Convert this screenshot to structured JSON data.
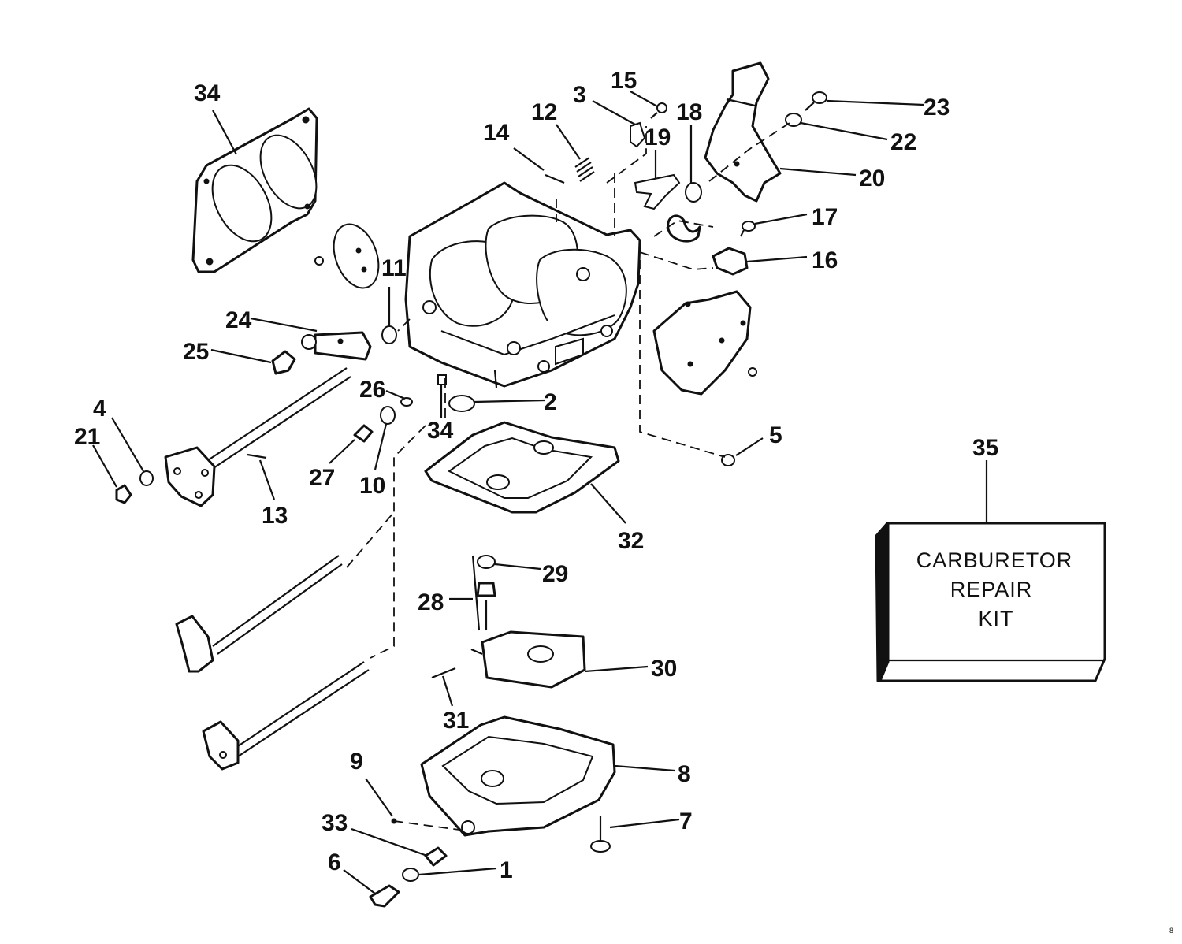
{
  "callouts": [
    {
      "id": "34a",
      "label": "34"
    },
    {
      "id": "3",
      "label": "3"
    },
    {
      "id": "15",
      "label": "15"
    },
    {
      "id": "12",
      "label": "12"
    },
    {
      "id": "14",
      "label": "14"
    },
    {
      "id": "18",
      "label": "18"
    },
    {
      "id": "19",
      "label": "19"
    },
    {
      "id": "23",
      "label": "23"
    },
    {
      "id": "22",
      "label": "22"
    },
    {
      "id": "20",
      "label": "20"
    },
    {
      "id": "17",
      "label": "17"
    },
    {
      "id": "16",
      "label": "16"
    },
    {
      "id": "11",
      "label": "11"
    },
    {
      "id": "24",
      "label": "24"
    },
    {
      "id": "25",
      "label": "25"
    },
    {
      "id": "26",
      "label": "26"
    },
    {
      "id": "2",
      "label": "2"
    },
    {
      "id": "34b",
      "label": "34"
    },
    {
      "id": "4",
      "label": "4"
    },
    {
      "id": "21",
      "label": "21"
    },
    {
      "id": "27",
      "label": "27"
    },
    {
      "id": "10",
      "label": "10"
    },
    {
      "id": "13",
      "label": "13"
    },
    {
      "id": "5",
      "label": "5"
    },
    {
      "id": "32",
      "label": "32"
    },
    {
      "id": "35",
      "label": "35"
    },
    {
      "id": "29",
      "label": "29"
    },
    {
      "id": "28",
      "label": "28"
    },
    {
      "id": "30",
      "label": "30"
    },
    {
      "id": "31",
      "label": "31"
    },
    {
      "id": "9",
      "label": "9"
    },
    {
      "id": "8",
      "label": "8"
    },
    {
      "id": "33",
      "label": "33"
    },
    {
      "id": "7",
      "label": "7"
    },
    {
      "id": "6",
      "label": "6"
    },
    {
      "id": "1",
      "label": "1"
    }
  ],
  "repair_kit": {
    "line1": "CARBURETOR",
    "line2": "REPAIR",
    "line3": "KIT"
  },
  "page_mark": "8"
}
